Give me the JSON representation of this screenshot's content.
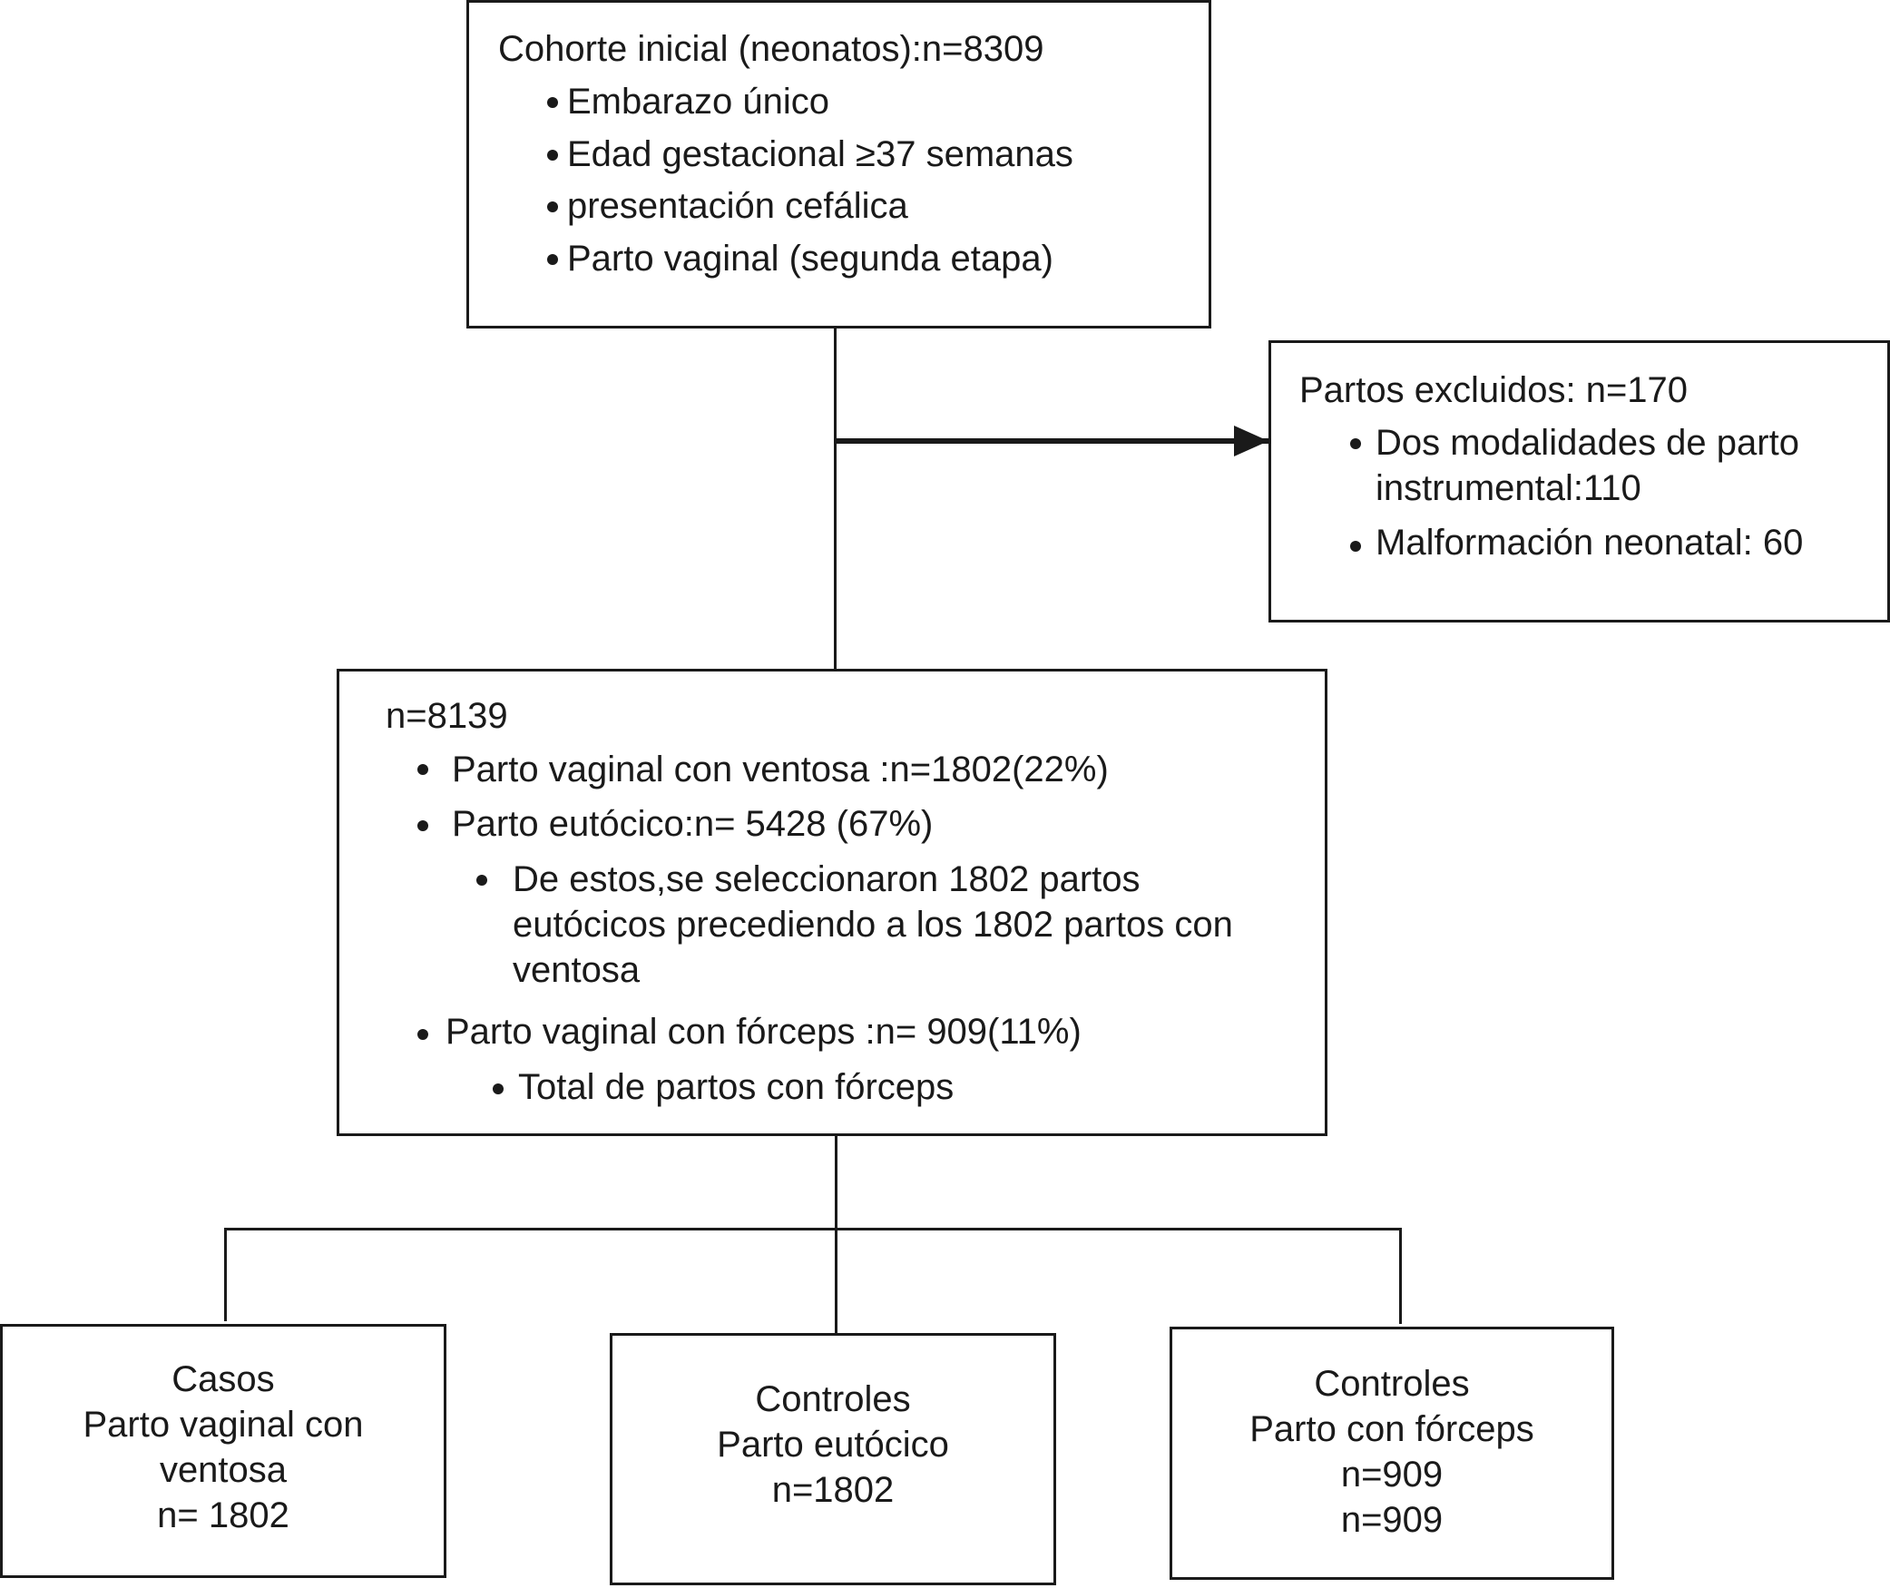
{
  "cohort": {
    "title": "Cohorte  inicial (neonatos):n=8309",
    "criteria": [
      "Embarazo único",
      "Edad gestacional ≥37 semanas",
      "presentación cefálica",
      "Parto vaginal (segunda etapa)"
    ]
  },
  "excluded": {
    "title": "Partos excluidos: n=170",
    "items": [
      "Dos modalidades de parto",
      "instrumental:110",
      "Malformación neonatal: 60"
    ]
  },
  "included": {
    "title": "n=8139",
    "items": [
      "Parto vaginal con ventosa :n=1802(22%)",
      "Parto eutócico:n= 5428 (67%)",
      "De estos,se seleccionaron 1802 partos",
      "eutócicos precediendo a los 1802 partos con",
      "ventosa",
      "Parto vaginal con fórceps :n= 909(11%)",
      "Total de partos con fórceps"
    ]
  },
  "groups": [
    {
      "lines": [
        "Casos",
        "Parto vaginal con",
        "ventosa",
        "n= 1802"
      ]
    },
    {
      "lines": [
        "Controles",
        "Parto eutócico",
        "n=1802"
      ]
    },
    {
      "lines": [
        "Controles",
        "Parto con fórceps",
        "n=909",
        "n=909"
      ]
    }
  ]
}
